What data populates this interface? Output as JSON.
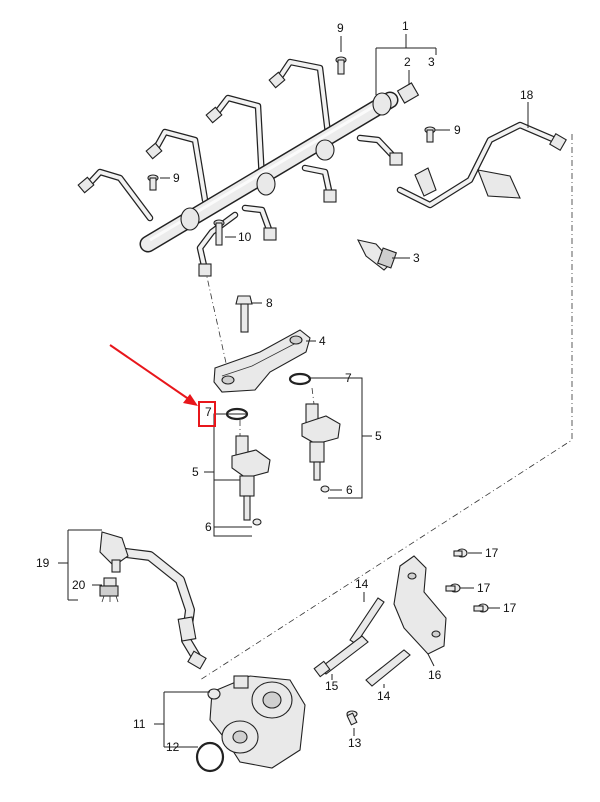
{
  "diagram": {
    "callouts": [
      {
        "key": "c1",
        "text": "1"
      },
      {
        "key": "c2",
        "text": "2"
      },
      {
        "key": "c3a",
        "text": "3"
      },
      {
        "key": "c3b",
        "text": "3"
      },
      {
        "key": "c4",
        "text": "4"
      },
      {
        "key": "c5a",
        "text": "5"
      },
      {
        "key": "c5b",
        "text": "5"
      },
      {
        "key": "c6a",
        "text": "6"
      },
      {
        "key": "c6b",
        "text": "6"
      },
      {
        "key": "c7a",
        "text": "7"
      },
      {
        "key": "c7b",
        "text": "7"
      },
      {
        "key": "c8",
        "text": "8"
      },
      {
        "key": "c9a",
        "text": "9"
      },
      {
        "key": "c9b",
        "text": "9"
      },
      {
        "key": "c9c",
        "text": "9"
      },
      {
        "key": "c10",
        "text": "10"
      },
      {
        "key": "c11",
        "text": "11"
      },
      {
        "key": "c12",
        "text": "12"
      },
      {
        "key": "c13",
        "text": "13"
      },
      {
        "key": "c14a",
        "text": "14"
      },
      {
        "key": "c14b",
        "text": "14"
      },
      {
        "key": "c15",
        "text": "15"
      },
      {
        "key": "c16",
        "text": "16"
      },
      {
        "key": "c17a",
        "text": "17"
      },
      {
        "key": "c17b",
        "text": "17"
      },
      {
        "key": "c17c",
        "text": "17"
      },
      {
        "key": "c18",
        "text": "18"
      },
      {
        "key": "c19",
        "text": "19"
      },
      {
        "key": "c20",
        "text": "20"
      }
    ],
    "highlight": {
      "callout": "7",
      "marker_color": "#e8161b"
    }
  }
}
